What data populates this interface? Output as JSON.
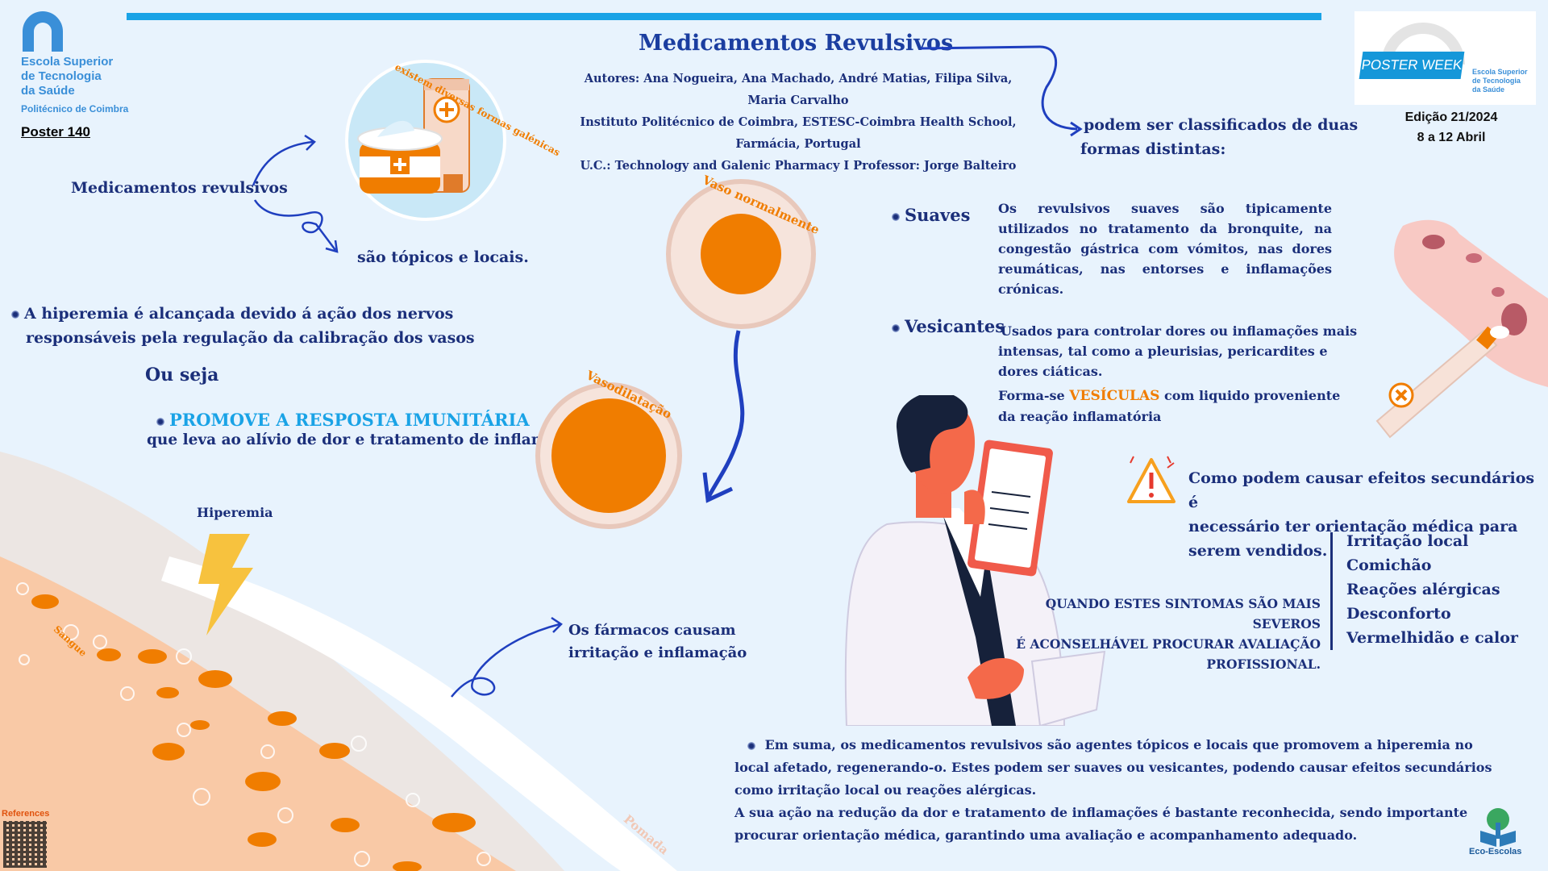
{
  "header": {
    "title": "Medicamentos Revulsivos",
    "authors": "Autores: Ana Nogueira, Ana Machado, André Matias, Filipa Silva, Maria Carvalho",
    "institution": "Instituto Politécnico de Coimbra, ESTESC-Coimbra Health School, Farmácia, Portugal",
    "course": "U.C.: Technology and Galenic Pharmacy I Professor: Jorge Balteiro"
  },
  "logo": {
    "school_line1": "Escola Superior",
    "school_line2": "de Tecnologia",
    "school_line3": "da Saúde",
    "polytechnic": "Politécnico de Coimbra",
    "poster_number": "Poster  140"
  },
  "poster_week": {
    "label": "POSTER WEEK",
    "school_line1": "Escola Superior",
    "school_line2": "de Tecnologia",
    "school_line3": "da Saúde",
    "edition": "Edição 21/2024",
    "dates": "8 a 12 Abril"
  },
  "left": {
    "galenic_arc": "existem diversas formas galénicas",
    "med_revulsivos": "Medicamentos revulsivos",
    "topicos": "são tópicos e locais.",
    "hiperemia_line1": "A hiperemia é alcançada devido á ação dos nervos",
    "hiperemia_line2": "responsáveis  pela regulação da calibração dos vasos",
    "ou_seja": "Ou seja",
    "promove": "PROMOVE A RESPOSTA IMUNITÁRIA",
    "promove_sub": "que leva ao alívio de dor e tratamento de inflamações",
    "hiperemia_label": "Hiperemia",
    "sangue": "Sangue",
    "pomada": "Pomada",
    "references": "References"
  },
  "center": {
    "vaso_normal": "Vaso normalmente",
    "vasodilatacao": "Vasodilatação",
    "farmacos": "Os fármacos causam irritação e inflamação"
  },
  "right": {
    "classificados_line1": "podem ser classificados de duas",
    "classificados_line2": "formas distintas:",
    "suaves_label": "Suaves",
    "suaves_text": "Os revulsivos suaves são tipicamente utilizados no tratamento da bronquite, na congestão gástrica com vómitos, nas dores reumáticas, nas entorses e inflamações crónicas.",
    "vesicantes_label": "Vesicantes",
    "vesicantes_line1": "Usados para controlar dores ou inflamações mais",
    "vesicantes_line2": "intensas, tal como a pleurisias, pericardites e",
    "vesicantes_line3": "dores ciáticas.",
    "forma_se": "Forma-se",
    "vesiculas": "VESÍCULAS",
    "forma_rest": "com liquido proveniente",
    "forma_line2": "da reação inflamatória",
    "warning_line1": "Como podem causar efeitos secundários é",
    "warning_line2": "necessário ter  orientação médica para",
    "warning_line3": "serem vendidos.",
    "severos_line1": "QUANDO ESTES SINTOMAS SÃO MAIS SEVEROS",
    "severos_line2": "É ACONSELHÁVEL PROCURAR AVALIAÇÃO",
    "severos_line3": "PROFISSIONAL.",
    "symptoms": [
      "Irritação local",
      "Comichão",
      "Reações alérgicas",
      "Desconforto",
      "Vermelhidão e calor"
    ]
  },
  "summary": {
    "line1": "Em suma, os medicamentos revulsivos são agentes tópicos e locais que promovem a hiperemia no",
    "line2": "local afetado, regenerando-o. Estes podem ser suaves ou vesicantes, podendo causar efeitos secundários",
    "line3": "como irritação local ou reações alérgicas.",
    "line4": "A sua ação na redução da dor e tratamento de inflamações é bastante reconhecida, sendo importante",
    "line5": "procurar orientação médica, garantindo uma avaliação e acompanhamento adequado."
  },
  "eco": {
    "label": "Eco-Escolas"
  },
  "colors": {
    "navy": "#1b2f7a",
    "orange": "#f07d00",
    "cyan": "#1aa3e6",
    "background": "#e8f3fd"
  }
}
